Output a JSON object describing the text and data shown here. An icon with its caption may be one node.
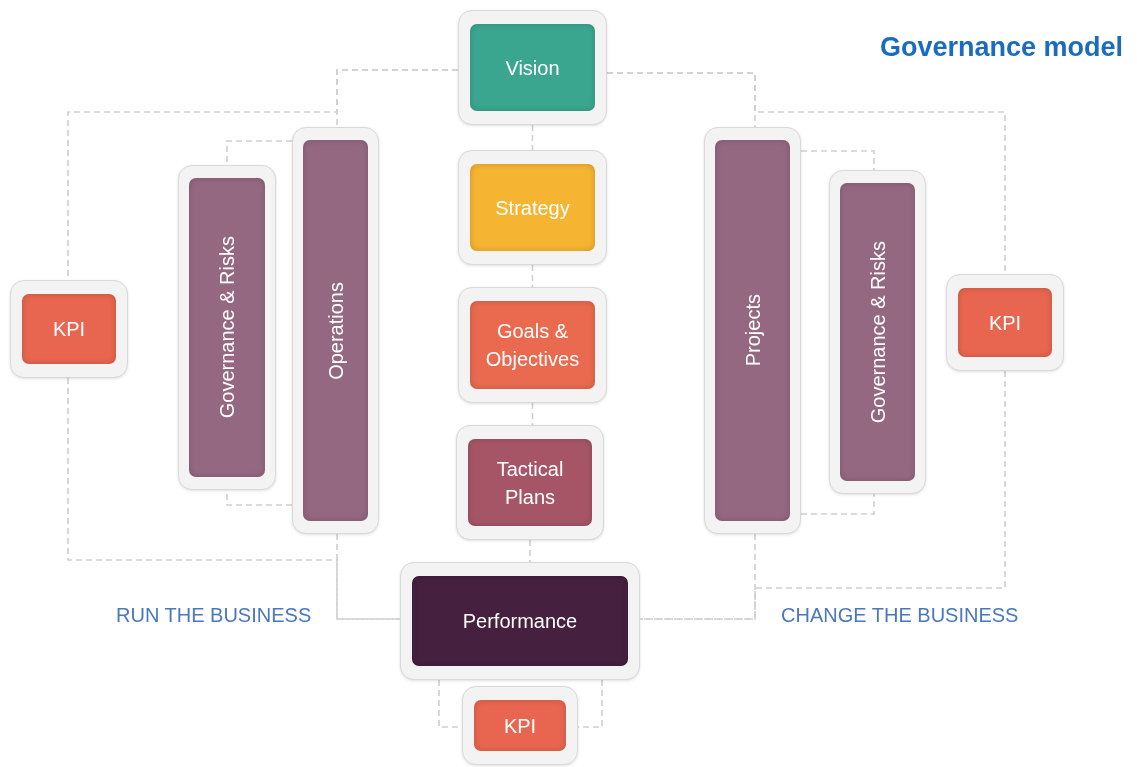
{
  "diagram": {
    "title": "Governance model",
    "nodes": [
      {
        "text": [
          "Vision"
        ]
      },
      {
        "text": [
          "Strategy"
        ]
      },
      {
        "text": [
          "Goals & Objectives"
        ]
      },
      {
        "text": [
          "Tactical Plans"
        ]
      },
      {
        "text": [
          "Performance"
        ]
      },
      {
        "text": [
          "KPI"
        ]
      },
      {
        "text": [
          "KPI"
        ]
      },
      {
        "text": [
          "Governance & Risks"
        ]
      },
      {
        "text": [
          "Operations"
        ]
      },
      {
        "text": [
          "Projects"
        ]
      },
      {
        "text": [
          "Governance & Risks"
        ]
      },
      {
        "text": [
          "KPI"
        ]
      }
    ],
    "edges": [
      {
        "from": 0,
        "to": 1,
        "arrow": "none",
        "style": "dashed"
      },
      {
        "from": 1,
        "to": 2,
        "arrow": "none",
        "style": "dashed"
      },
      {
        "from": 2,
        "to": 3,
        "arrow": "none",
        "style": "dashed"
      },
      {
        "from": 3,
        "to": 4,
        "arrow": "none",
        "style": "dashed"
      },
      {
        "from": 0,
        "to": 8,
        "arrow": "none",
        "style": "dashed"
      },
      {
        "from": 0,
        "to": 6,
        "arrow": "none",
        "style": "dashed"
      },
      {
        "from": 8,
        "to": 7,
        "arrow": "none",
        "style": "dashed"
      },
      {
        "from": 8,
        "to": 7,
        "arrow": "none",
        "style": "dashed"
      },
      {
        "from": 8,
        "to": 4,
        "arrow": "none",
        "style": "dashed"
      },
      {
        "from": 6,
        "to": 4,
        "arrow": "none",
        "style": "dashed"
      },
      {
        "from": 0,
        "to": 9,
        "arrow": "none",
        "style": "dashed"
      },
      {
        "from": 0,
        "to": 11,
        "arrow": "none",
        "style": "dashed"
      },
      {
        "from": 9,
        "to": 10,
        "arrow": "none",
        "style": "dashed"
      },
      {
        "from": 9,
        "to": 10,
        "arrow": "none",
        "style": "dashed"
      },
      {
        "from": 9,
        "to": 4,
        "arrow": "none",
        "style": "dashed"
      },
      {
        "from": 11,
        "to": 4,
        "arrow": "none",
        "style": "dashed"
      },
      {
        "from": 4,
        "to": 5,
        "arrow": "none",
        "style": "dashed"
      },
      {
        "from": 4,
        "to": 5,
        "arrow": "none",
        "style": "dashed"
      }
    ],
    "labels": [
      "RUN THE BUSINESS",
      "CHANGE THE BUSINESS"
    ]
  }
}
